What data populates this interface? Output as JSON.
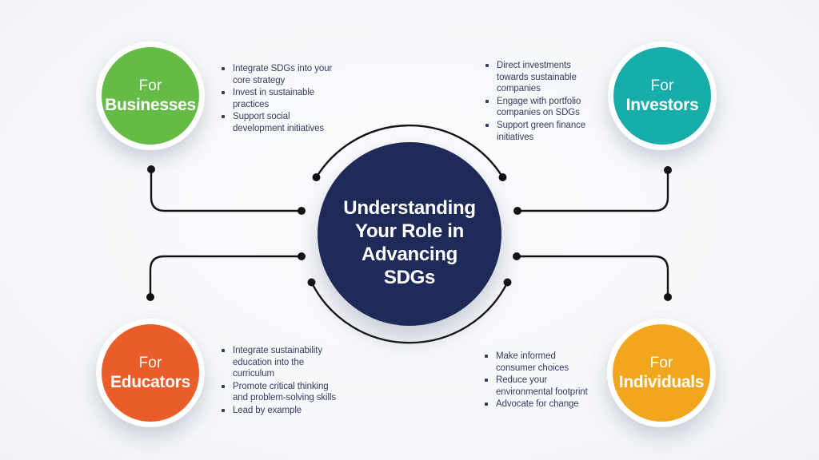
{
  "colors": {
    "background": "#f5f6f9",
    "line": "#131313",
    "bullet_text": "#353c60"
  },
  "center": {
    "title": "Understanding\nYour Role in\nAdvancing\nSDGs",
    "color": "#1e2b58"
  },
  "groups": [
    {
      "id": "businesses",
      "label_top": "For",
      "label_name": "Businesses",
      "color": "#64bc46",
      "bullets": [
        "Integrate SDGs into your\ncore strategy",
        "Invest in sustainable\npractices",
        "Support social\ndevelopment initiatives"
      ]
    },
    {
      "id": "investors",
      "label_top": "For",
      "label_name": "Investors",
      "color": "#17ada8",
      "bullets": [
        "Direct investments\ntowards sustainable\ncompanies",
        "Engage with portfolio\ncompanies on SDGs",
        "Support green finance\ninitiatives"
      ]
    },
    {
      "id": "educators",
      "label_top": "For",
      "label_name": "Educators",
      "color": "#e85d2a",
      "bullets": [
        "Integrate sustainability\neducation into the\ncurriculum",
        "Promote critical thinking\nand problem-solving skills",
        "Lead by example"
      ]
    },
    {
      "id": "individuals",
      "label_top": "For",
      "label_name": "Individuals",
      "color": "#f2a61d",
      "bullets": [
        "Make informed\nconsumer choices",
        "Reduce your\nenvironmental footprint",
        "Advocate for change"
      ]
    }
  ]
}
